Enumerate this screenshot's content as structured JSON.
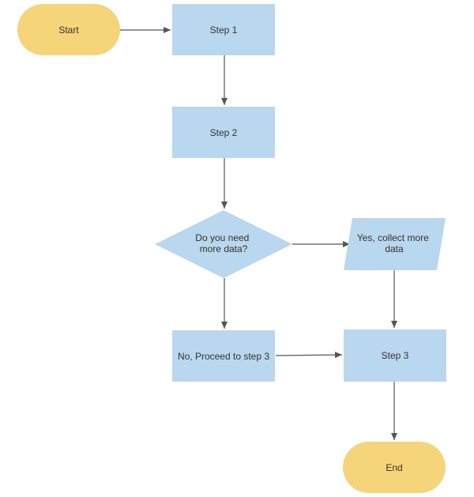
{
  "diagram": {
    "nodes": {
      "start": {
        "label": "Start",
        "shape": "terminator",
        "color": "#f6d47a"
      },
      "step1": {
        "label": "Step 1",
        "shape": "process",
        "color": "#b9d7ee"
      },
      "step2": {
        "label": "Step 2",
        "shape": "process",
        "color": "#b9d7ee"
      },
      "decision": {
        "label_lines": [
          "Do you need",
          "more data?"
        ],
        "shape": "decision",
        "color": "#b9d7ee"
      },
      "collect": {
        "label_lines": [
          "Yes, collect more",
          "data"
        ],
        "shape": "data",
        "color": "#b9d7ee"
      },
      "proceed": {
        "label": "No, Proceed to step 3",
        "shape": "process",
        "color": "#b9d7ee"
      },
      "step3": {
        "label": "Step 3",
        "shape": "process",
        "color": "#b9d7ee"
      },
      "end": {
        "label": "End",
        "shape": "terminator",
        "color": "#f6d47a"
      }
    },
    "edges": [
      {
        "from": "start",
        "to": "step1"
      },
      {
        "from": "step1",
        "to": "step2"
      },
      {
        "from": "step2",
        "to": "decision"
      },
      {
        "from": "decision",
        "to": "collect"
      },
      {
        "from": "decision",
        "to": "proceed"
      },
      {
        "from": "collect",
        "to": "step3"
      },
      {
        "from": "proceed",
        "to": "step3"
      },
      {
        "from": "step3",
        "to": "end"
      }
    ],
    "colors": {
      "edge": "#555555",
      "text": "#333333"
    }
  }
}
